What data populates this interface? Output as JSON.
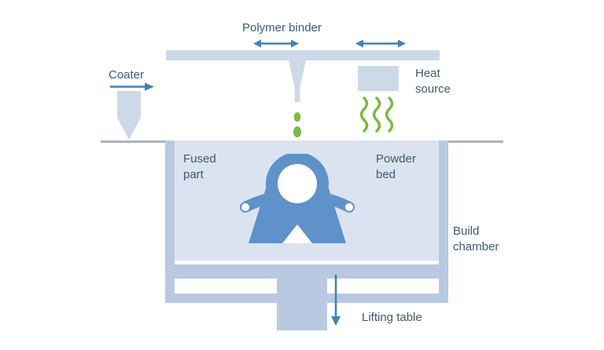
{
  "labels": {
    "polymer_binder": "Polymer binder",
    "coater": "Coater",
    "heat_source": "Heat source",
    "fused_part": "Fused part",
    "powder_bed": "Powder bed",
    "build_chamber": "Build chamber",
    "lifting_table": "Lifting table"
  },
  "colors": {
    "text": "#3d5a70",
    "arrow": "#4182b4",
    "machine_fill": "#cdd9e8",
    "chamber_wall": "#b9c9e2",
    "powder_fill": "#dbe3f0",
    "part_fill": "#5e92c9",
    "binder_green": "#7cba45",
    "surface_line": "#a9b3bc",
    "background": "#ffffff"
  }
}
